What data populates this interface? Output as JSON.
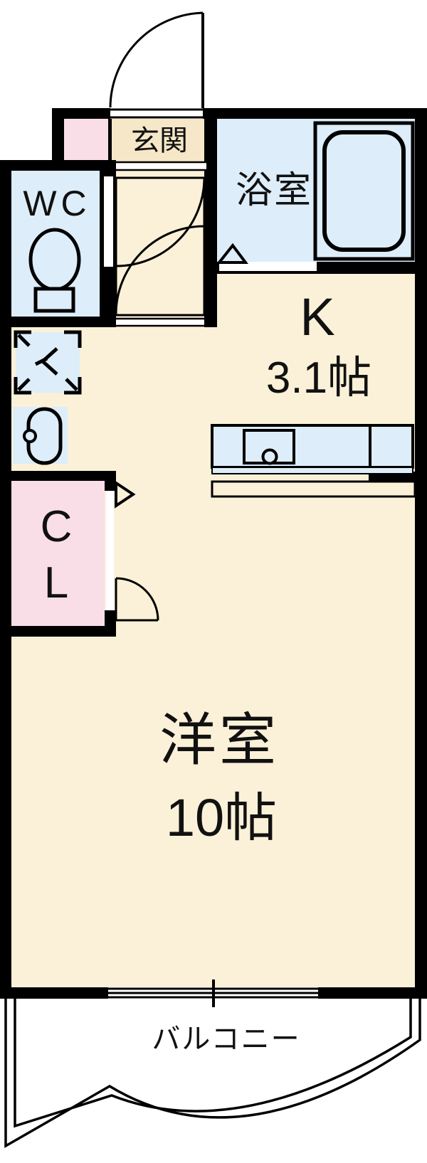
{
  "plan": {
    "type": "apartment-floorplan",
    "rooms": {
      "genkan": {
        "label": "玄関"
      },
      "wc": {
        "label": "WC"
      },
      "bath": {
        "label": "浴室"
      },
      "kitchen": {
        "label": "K",
        "size": "3.1帖"
      },
      "closet": {
        "char1": "C",
        "char2": "L"
      },
      "living": {
        "label": "洋室",
        "size": "10帖"
      },
      "balcony": {
        "label": "バルコニー"
      }
    }
  },
  "colors": {
    "cream": "#FBF1D8",
    "genkan": "#F5E7C7",
    "wet": "#DDEDF9",
    "pink": "#F9DEE7",
    "wall": "#000000",
    "paper": "#FFFFFF",
    "ink": "#111111"
  }
}
